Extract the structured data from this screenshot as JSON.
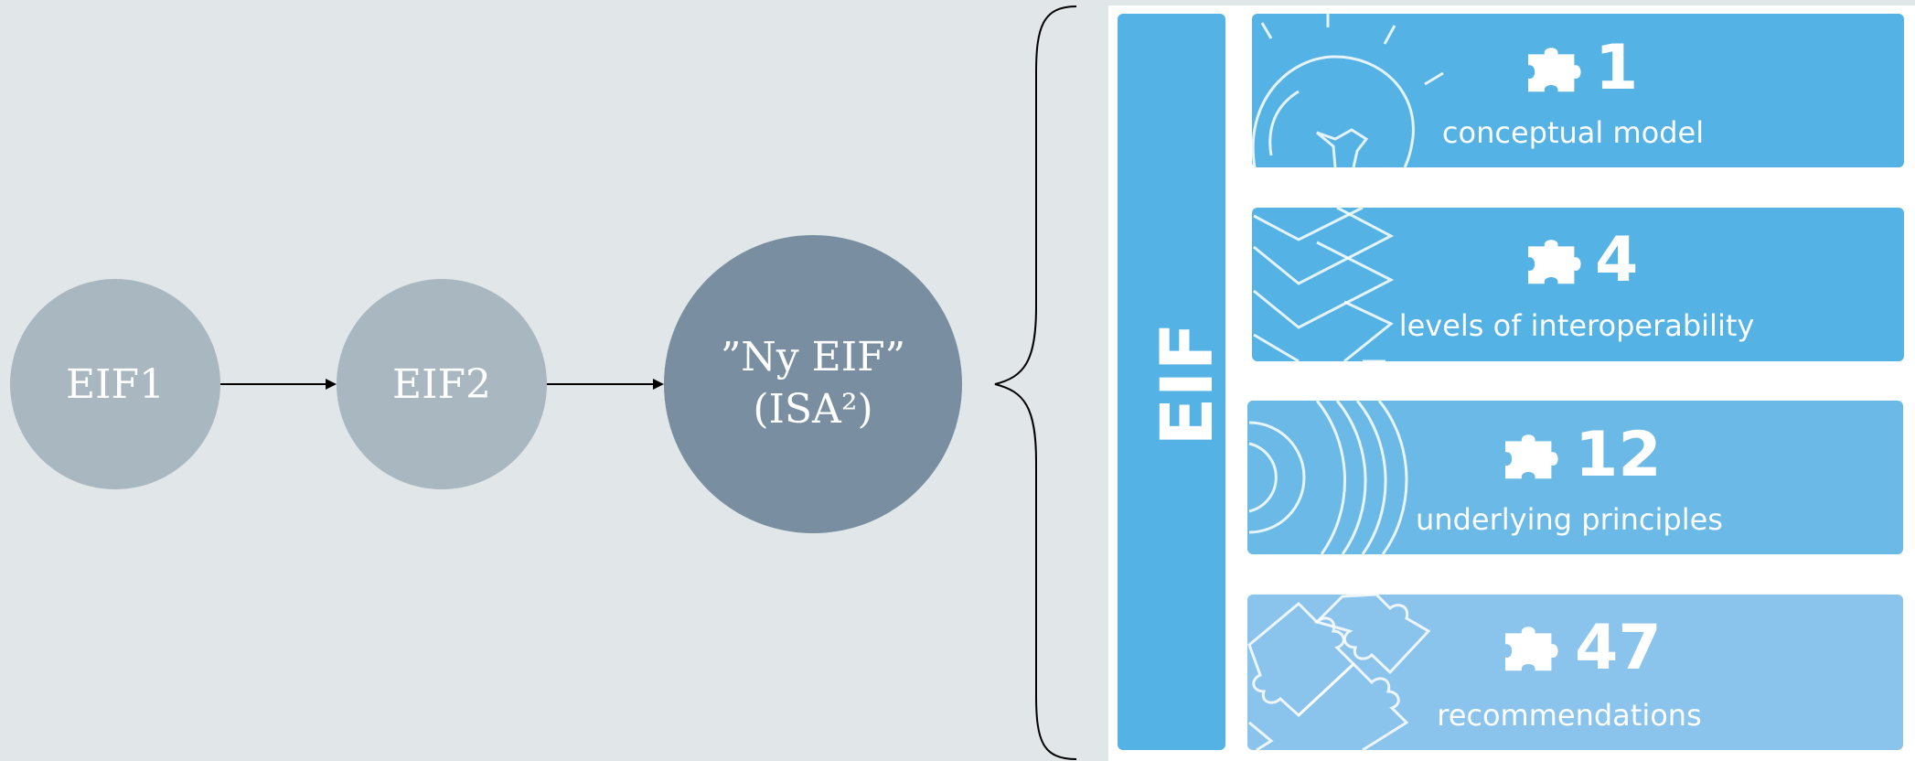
{
  "flow": {
    "stages": [
      {
        "label_lines": [
          "EIF1"
        ]
      },
      {
        "label_lines": [
          "EIF2"
        ]
      },
      {
        "label_lines": [
          "”Ny EIF”",
          "(ISA²)"
        ]
      }
    ]
  },
  "panel": {
    "vertical_title": "EIF",
    "cards": [
      {
        "number": "1",
        "label": "conceptual model",
        "icon": "lightbulb-icon",
        "color": "#55b2e5"
      },
      {
        "number": "4",
        "label": "levels of interoperability",
        "icon": "layers-icon",
        "color": "#55b2e5"
      },
      {
        "number": "12",
        "label": "underlying principles",
        "icon": "target-icon",
        "color": "#6ab9e6"
      },
      {
        "number": "47",
        "label": "recommendations",
        "icon": "puzzle-pieces-icon",
        "color": "#8ac4ec"
      }
    ]
  },
  "colors": {
    "background": "#e1e7e8",
    "circle_light": "#a9b7c0",
    "circle_dark": "#798fa1",
    "panel_blue": "#55b2e5",
    "panel_white": "#ffffff"
  }
}
